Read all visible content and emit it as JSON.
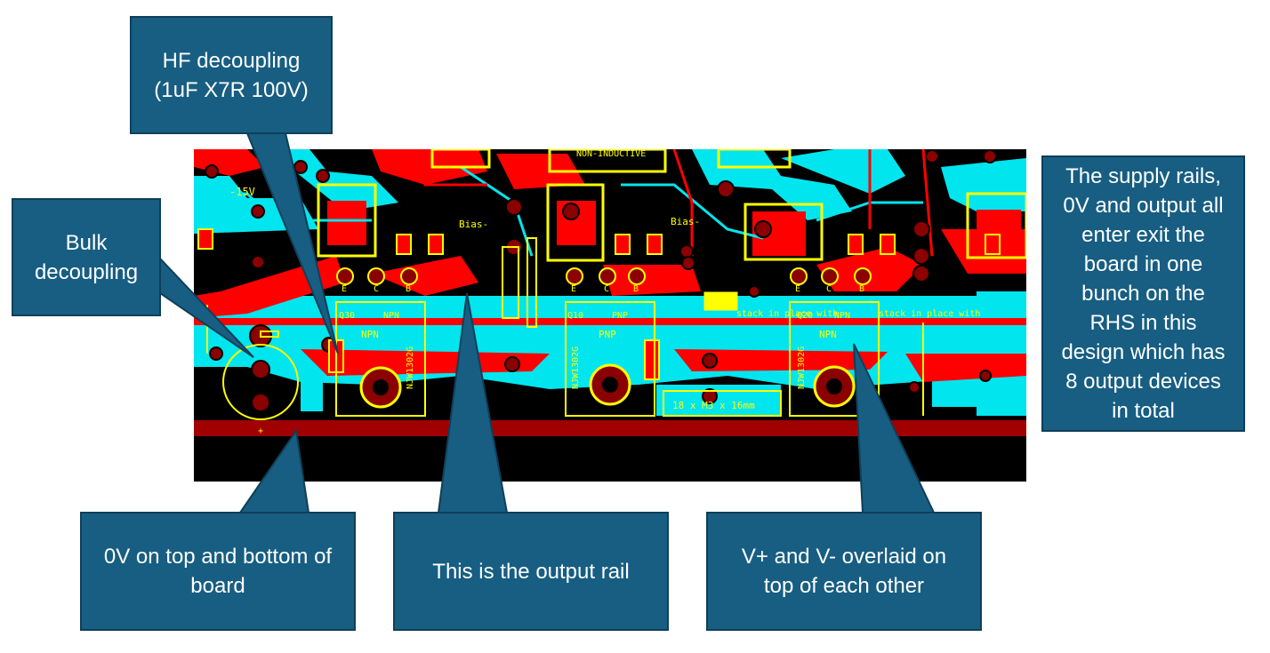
{
  "colors": {
    "callout_fill": "#175e82",
    "callout_border": "#0f3f58",
    "callout_text": "#ffffff",
    "pcb_background": "#000000",
    "copper_top": "#ff0000",
    "copper_bottom": "#00e5ee",
    "copper_inner": "#a00000",
    "silkscreen": "#ffff00",
    "pad": "#8b0000"
  },
  "callouts": {
    "hf_decoupling": "HF decoupling\n(1uF X7R 100V)",
    "bulk_decoupling": "Bulk\ndecoupling",
    "supply_rails": "The supply rails,\n0V and output all\nenter exit the\nboard in one\nbunch on the\nRHS in this\ndesign which has\n8 output devices\nin total",
    "zero_v": "0V on top and bottom of\nboard",
    "output_rail": "This is the output rail",
    "v_overlaid": "V+ and V- overlaid on\ntop of each other"
  },
  "pcb_labels": {
    "top_left_rail": "-15V",
    "bias_left": "Bias-",
    "bias_right": "Bias-",
    "top_center": "NON-INDUCTIVE",
    "q1_ref": "Q30",
    "q1_type_a": "NPN",
    "q1_type_b": "NPN",
    "q1_part": "NJW1302G",
    "q2_ref": "Q10",
    "q2_type_a": "PNP",
    "q2_type_b": "PNP",
    "q2_part": "NJW1302G",
    "q3_ref": "Q20",
    "q3_type_a": "NPN",
    "q3_type_b": "NPN",
    "q3_part": "NJW1302G",
    "q1_pin_e": "E",
    "q1_pin_c": "C",
    "q1_pin_b": "B",
    "q2_pin_e": "E",
    "q2_pin_c": "C",
    "q2_pin_b": "B",
    "q3_pin_e": "E",
    "q3_pin_c": "C",
    "q3_pin_b": "B",
    "screw_note": "18 x M3 x 16mm",
    "stack_note_a": "stack in place with",
    "stack_note_b": "stack in place with",
    "plus_mark": "+"
  }
}
